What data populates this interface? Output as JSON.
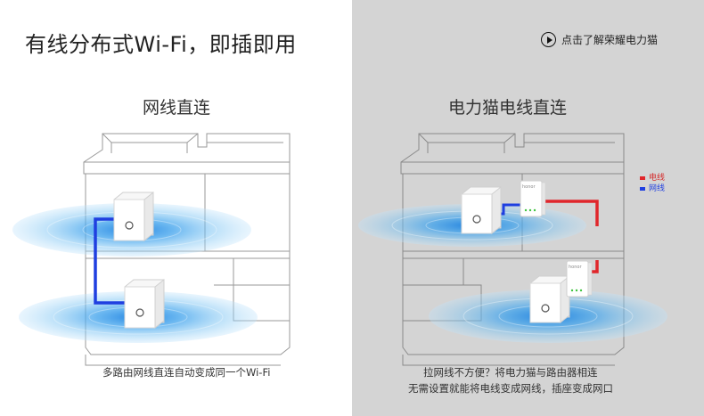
{
  "header": {
    "main_title": "有线分布式Wi-Fi，即插即用",
    "cta_label": "点击了解荣耀电力猫"
  },
  "left_panel": {
    "title": "网线直连",
    "caption": "多路由网线直连自动变成同一个Wi-Fi"
  },
  "right_panel": {
    "title": "电力猫电线直连",
    "caption_line1": "拉网线不方便？将电力猫与路由器相连",
    "caption_line2": "无需设置就能将电线变成网线，插座变成网口",
    "legend": {
      "power_line": "电线",
      "network_cable": "网线"
    },
    "device_label": "honor"
  },
  "colors": {
    "power_line": "#e0262b",
    "network_cable": "#1f3fe0",
    "wifi_blue": "#2a8ee0",
    "right_bg": "#d4d4d4"
  }
}
